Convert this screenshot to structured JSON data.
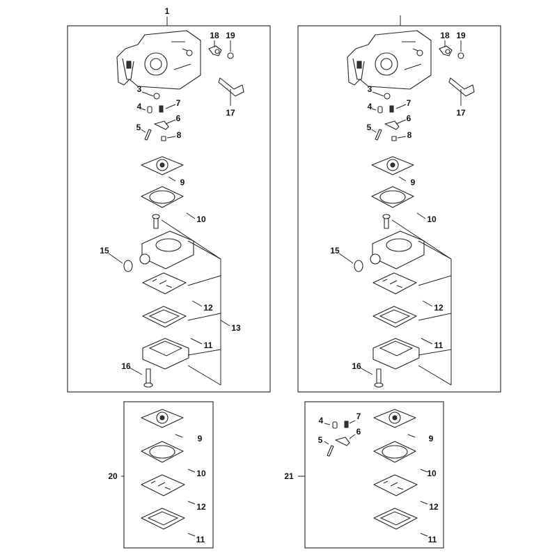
{
  "diagram": {
    "main_assembly": {
      "callout": "1"
    },
    "callouts": {
      "c3": "3",
      "c4": "4",
      "c5": "5",
      "c6": "6",
      "c7": "7",
      "c8": "8",
      "c9": "9",
      "c10": "10",
      "c11": "11",
      "c12": "12",
      "c13": "13",
      "c15": "15",
      "c16": "16",
      "c17": "17",
      "c18": "18",
      "c19": "19"
    },
    "kit_a": {
      "callout": "20"
    },
    "kit_b": {
      "callout": "21"
    }
  }
}
